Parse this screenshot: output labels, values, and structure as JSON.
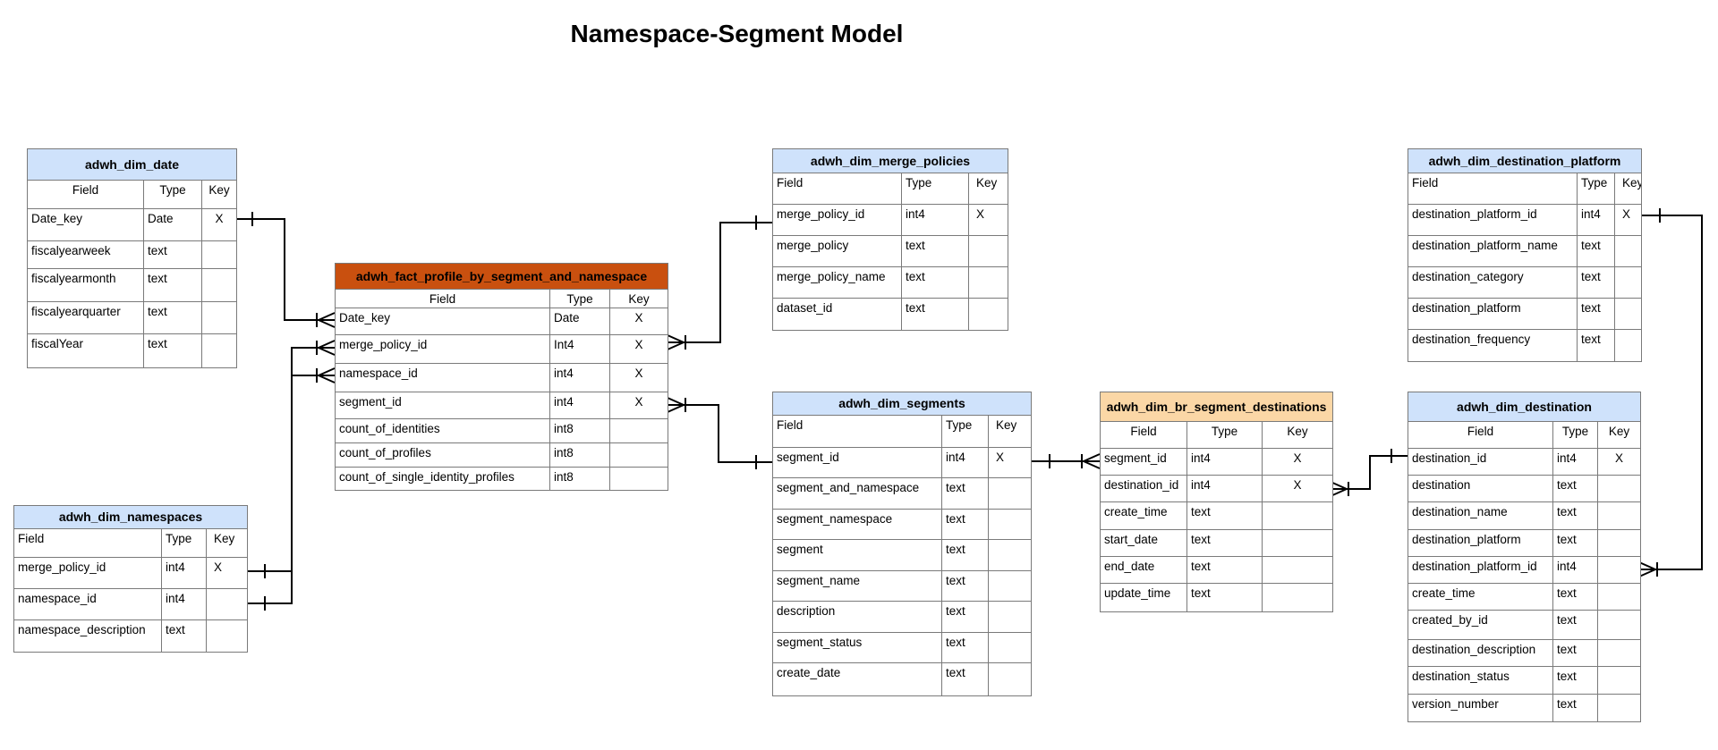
{
  "title": "Namespace-Segment Model",
  "colors": {
    "dim_header": "#cfe2fb",
    "fact_header": "#c9500f",
    "bridge_header": "#fbd7a6",
    "line": "#000000",
    "border": "#7a7a7a"
  },
  "tables": [
    {
      "id": "date",
      "name": "adwh_dim_date",
      "color": "dim",
      "headers": [
        "Field",
        "Type",
        "Key"
      ],
      "rows": [
        [
          "Date_key",
          "Date",
          "X"
        ],
        [
          "fiscalyearweek",
          "text",
          ""
        ],
        [
          "fiscalyearmonth",
          "text",
          ""
        ],
        [
          "fiscalyearquarter",
          "text",
          ""
        ],
        [
          "fiscalYear",
          "text",
          ""
        ]
      ]
    },
    {
      "id": "namespaces",
      "name": "adwh_dim_namespaces",
      "color": "dim",
      "headers": [
        "Field",
        "Type",
        "Key"
      ],
      "rows": [
        [
          "merge_policy_id",
          "int4",
          "X"
        ],
        [
          "namespace_id",
          "int4",
          ""
        ],
        [
          "namespace_description",
          "text",
          ""
        ]
      ]
    },
    {
      "id": "fact",
      "name": "adwh_fact_profile_by_segment_and_namespace",
      "color": "fact",
      "headers": [
        "Field",
        "Type",
        "Key"
      ],
      "rows": [
        [
          "Date_key",
          "Date",
          "X"
        ],
        [
          "merge_policy_id",
          "Int4",
          "X"
        ],
        [
          "namespace_id",
          "int4",
          "X"
        ],
        [
          "segment_id",
          "int4",
          "X"
        ],
        [
          "count_of_identities",
          "int8",
          ""
        ],
        [
          "count_of_profiles",
          "int8",
          ""
        ],
        [
          "count_of_single_identity_profiles",
          "int8",
          ""
        ]
      ]
    },
    {
      "id": "merge",
      "name": "adwh_dim_merge_policies",
      "color": "dim",
      "headers": [
        "Field",
        "Type",
        "Key"
      ],
      "rows": [
        [
          "merge_policy_id",
          "int4",
          "X"
        ],
        [
          "merge_policy",
          "text",
          ""
        ],
        [
          "merge_policy_name",
          "text",
          ""
        ],
        [
          "dataset_id",
          "text",
          ""
        ]
      ]
    },
    {
      "id": "segments",
      "name": "adwh_dim_segments",
      "color": "dim",
      "headers": [
        "Field",
        "Type",
        "Key"
      ],
      "rows": [
        [
          "segment_id",
          "int4",
          "X"
        ],
        [
          "segment_and_namespace",
          "text",
          ""
        ],
        [
          "segment_namespace",
          "text",
          ""
        ],
        [
          "segment",
          "text",
          ""
        ],
        [
          "segment_name",
          "text",
          ""
        ],
        [
          "description",
          "text",
          ""
        ],
        [
          "segment_status",
          "text",
          ""
        ],
        [
          "create_date",
          "text",
          ""
        ]
      ]
    },
    {
      "id": "bridge",
      "name": "adwh_dim_br_segment_destinations",
      "color": "bridge",
      "headers": [
        "Field",
        "Type",
        "Key"
      ],
      "rows": [
        [
          "segment_id",
          "int4",
          "X"
        ],
        [
          "destination_id",
          "int4",
          "X"
        ],
        [
          "create_time",
          "text",
          ""
        ],
        [
          "start_date",
          "text",
          ""
        ],
        [
          "end_date",
          "text",
          ""
        ],
        [
          "update_time",
          "text",
          ""
        ]
      ]
    },
    {
      "id": "platform",
      "name": "adwh_dim_destination_platform",
      "color": "dim",
      "headers": [
        "Field",
        "Type",
        "Key"
      ],
      "rows": [
        [
          "destination_platform_id",
          "int4",
          "X"
        ],
        [
          "destination_platform_name",
          "text",
          ""
        ],
        [
          "destination_category",
          "text",
          ""
        ],
        [
          "destination_platform",
          "text",
          ""
        ],
        [
          "destination_frequency",
          "text",
          ""
        ]
      ]
    },
    {
      "id": "destination",
      "name": "adwh_dim_destination",
      "color": "dim",
      "headers": [
        "Field",
        "Type",
        "Key"
      ],
      "rows": [
        [
          "destination_id",
          "int4",
          "X"
        ],
        [
          "destination",
          "text",
          ""
        ],
        [
          "destination_name",
          "text",
          ""
        ],
        [
          "destination_platform",
          "text",
          ""
        ],
        [
          "destination_platform_id",
          "int4",
          ""
        ],
        [
          "create_time",
          "text",
          ""
        ],
        [
          "created_by_id",
          "text",
          ""
        ],
        [
          "destination_description",
          "text",
          ""
        ],
        [
          "destination_status",
          "text",
          ""
        ],
        [
          "version_number",
          "text",
          ""
        ]
      ]
    }
  ],
  "relationships": [
    {
      "from": "date.Date_key",
      "to": "fact.Date_key",
      "cardinality": "one-to-many"
    },
    {
      "from": "namespaces.merge_policy_id",
      "to": "fact.merge_policy_id",
      "cardinality": "one-to-many"
    },
    {
      "from": "namespaces.namespace_id",
      "to": "fact.namespace_id",
      "cardinality": "one-to-many"
    },
    {
      "from": "merge.merge_policy_id",
      "to": "fact.merge_policy_id",
      "cardinality": "one-to-many"
    },
    {
      "from": "segments.segment_id",
      "to": "fact.segment_id",
      "cardinality": "one-to-many"
    },
    {
      "from": "segments.segment_id",
      "to": "bridge.segment_id",
      "cardinality": "one-to-many"
    },
    {
      "from": "destination.destination_id",
      "to": "bridge.destination_id",
      "cardinality": "one-to-many"
    },
    {
      "from": "platform.destination_platform_id",
      "to": "destination.destination_platform_id",
      "cardinality": "one-to-many"
    }
  ]
}
